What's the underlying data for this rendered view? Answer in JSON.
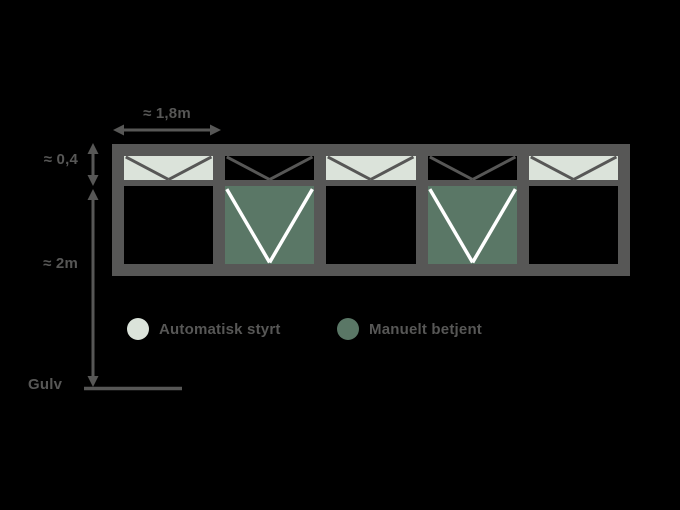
{
  "colors": {
    "background": "#000000",
    "frame": "#575756",
    "automatic": "#dbe3da",
    "manual": "#5a7766",
    "line_white": "#ffffff",
    "text": "#575756"
  },
  "dimensions": {
    "bay_width_label": "≈ 1,8m",
    "transom_height_label": "≈ 0,4",
    "window_height_label": "≈ 2m",
    "floor_label": "Gulv"
  },
  "legend": [
    {
      "label": "Automatisk styrt",
      "color": "#dbe3da"
    },
    {
      "label": "Manuelt betjent",
      "color": "#5a7766"
    }
  ],
  "facade": {
    "bays": [
      {
        "transom": "auto",
        "main": "none"
      },
      {
        "transom": "open",
        "main": "manual"
      },
      {
        "transom": "auto",
        "main": "none"
      },
      {
        "transom": "open",
        "main": "manual"
      },
      {
        "transom": "auto",
        "main": "none"
      }
    ]
  }
}
